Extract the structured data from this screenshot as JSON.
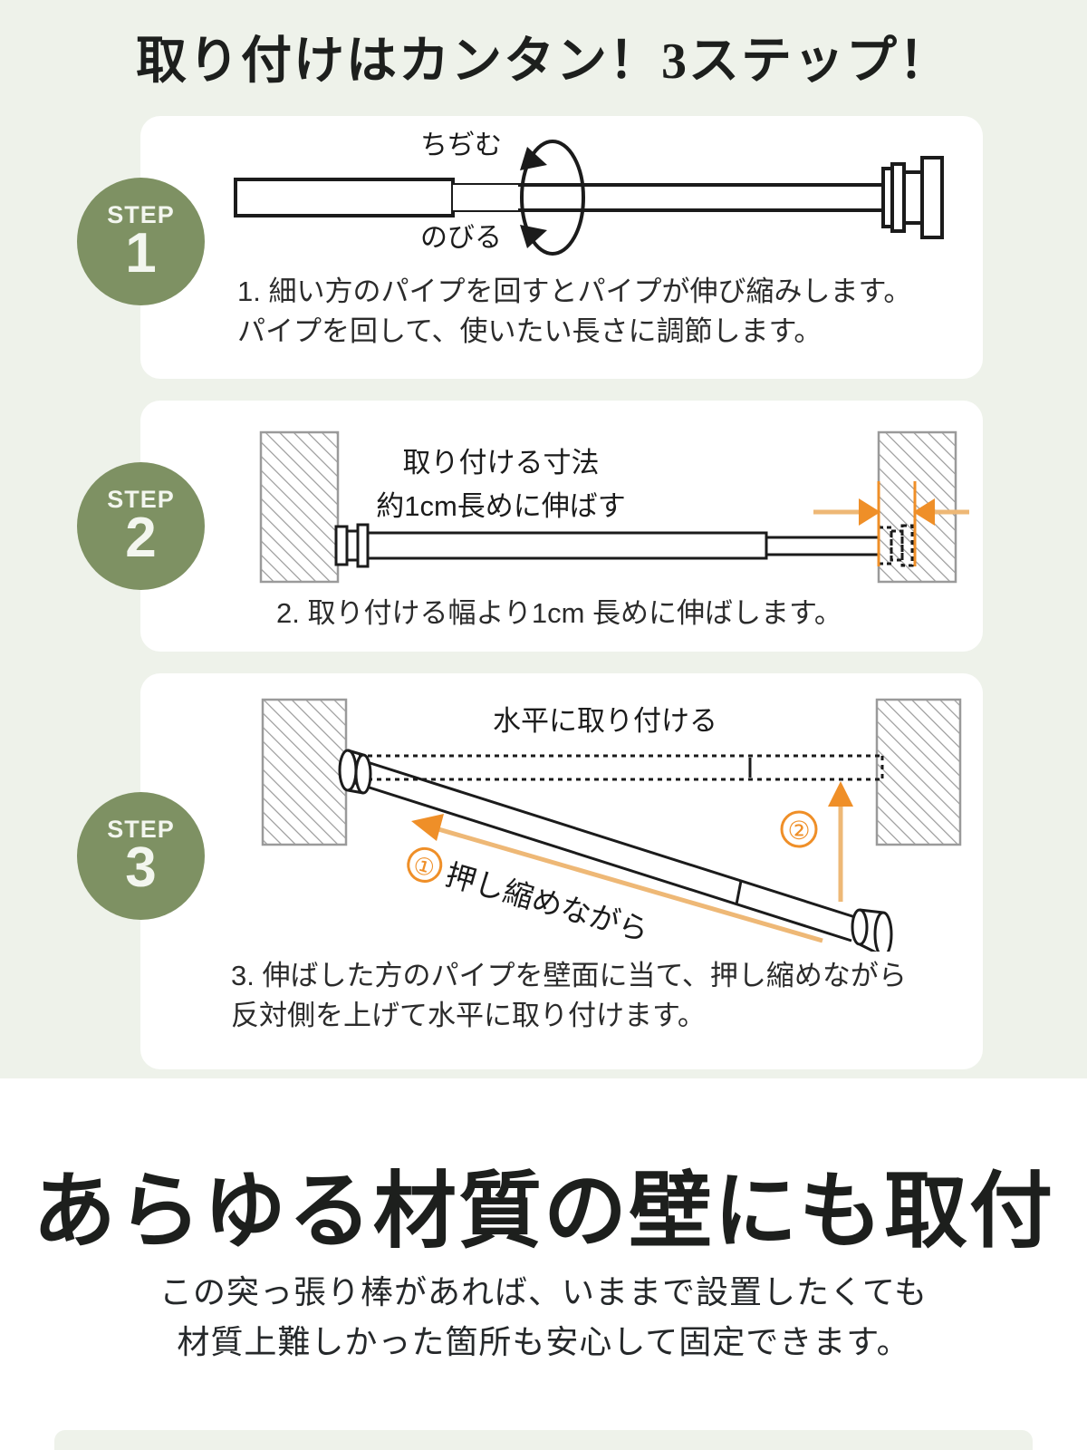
{
  "title": "取り付けはカンタン！3ステップ！",
  "colors": {
    "section_bg": "#eef2ea",
    "card_bg": "#ffffff",
    "badge_green": "#7e9163",
    "accent_orange": "#ef8f28",
    "accent_orange_light": "#eeb876",
    "line_dark": "#1b1b1b",
    "wall_gray": "#9a9a9a",
    "text_dark": "#1d1f1d"
  },
  "steps": [
    {
      "badge_word": "STEP",
      "badge_number": "1",
      "caption_lines": [
        "1. 細い方のパイプを回すとパイプが伸び縮みします。",
        "パイプを回して、使いたい長さに調節します。"
      ],
      "diagram_labels": {
        "shrink": "ちぢむ",
        "extend": "のびる"
      }
    },
    {
      "badge_word": "STEP",
      "badge_number": "2",
      "caption_lines": [
        "2. 取り付ける幅より1cm 長めに伸ばします。"
      ],
      "diagram_labels": {
        "dimension": "取り付ける寸法",
        "extend_amount": "約1cm長めに伸ばす"
      }
    },
    {
      "badge_word": "STEP",
      "badge_number": "3",
      "caption_lines": [
        "3. 伸ばした方のパイプを壁面に当て、押し縮めながら",
        "反対側を上げて水平に取り付けます。"
      ],
      "diagram_labels": {
        "level": "水平に取り付ける",
        "marker_one": "①",
        "press_while": "押し縮めながら",
        "marker_two": "②"
      }
    }
  ],
  "wall_section": {
    "heading": "あらゆる材質の壁にも取付",
    "sub_line_1": "この突っ張り棒があれば、いままで設置したくても",
    "sub_line_2": "材質上難しかった箇所も安心して固定できます。"
  }
}
